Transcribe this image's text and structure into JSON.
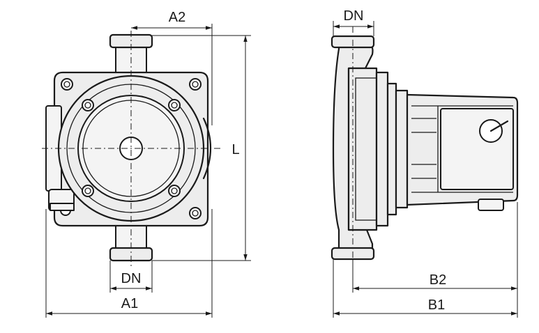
{
  "labels": {
    "a2": "A2",
    "a1": "A1",
    "dn_front": "DN",
    "l": "L",
    "dn_side": "DN",
    "b2": "B2",
    "b1": "B1"
  },
  "colors": {
    "ink": "#1a1a1a",
    "body_fill": "#ededed",
    "background": "#ffffff"
  }
}
